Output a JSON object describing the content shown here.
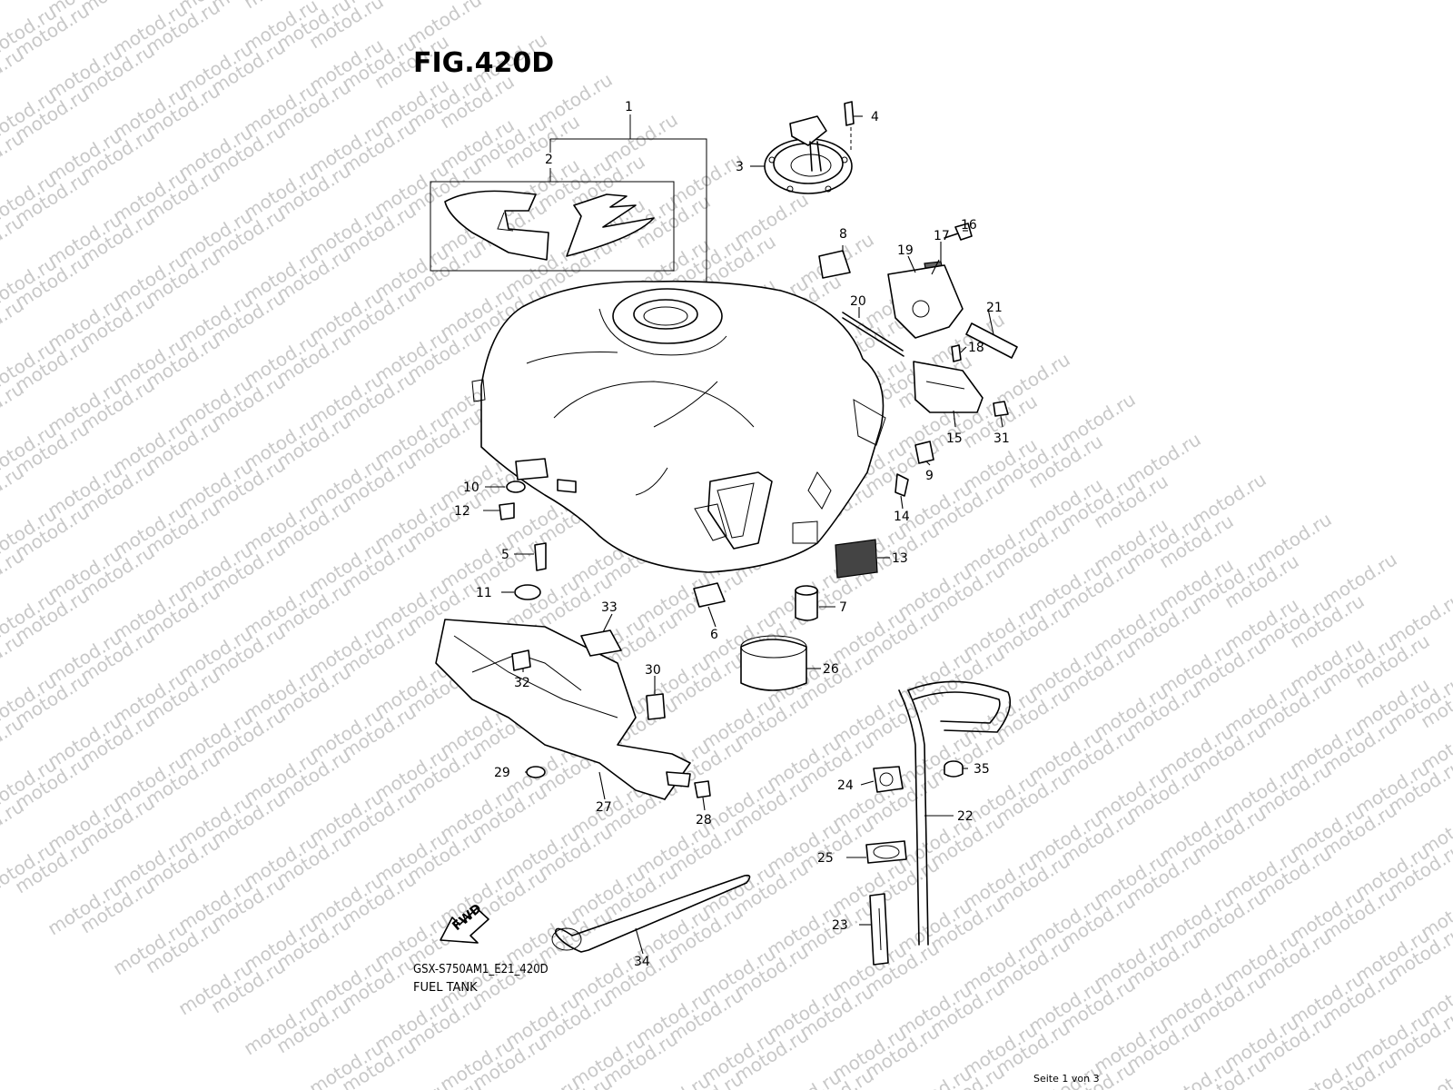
{
  "figure": {
    "title": "FIG.420D",
    "model_code": "GSX-S750AM1_E21_420D",
    "description": "FUEL TANK",
    "page_number": "Seite 1 von 3",
    "watermark": "motod.ru",
    "fwd_label": "FWD"
  },
  "callouts": [
    {
      "id": "1",
      "label": "1"
    },
    {
      "id": "2",
      "label": "2"
    },
    {
      "id": "3",
      "label": "3"
    },
    {
      "id": "4",
      "label": "4"
    },
    {
      "id": "5",
      "label": "5"
    },
    {
      "id": "6",
      "label": "6"
    },
    {
      "id": "7",
      "label": "7"
    },
    {
      "id": "8",
      "label": "8"
    },
    {
      "id": "9",
      "label": "9"
    },
    {
      "id": "10",
      "label": "10"
    },
    {
      "id": "11",
      "label": "11"
    },
    {
      "id": "12",
      "label": "12"
    },
    {
      "id": "13",
      "label": "13"
    },
    {
      "id": "14",
      "label": "14"
    },
    {
      "id": "15",
      "label": "15"
    },
    {
      "id": "16",
      "label": "16"
    },
    {
      "id": "17",
      "label": "17"
    },
    {
      "id": "18",
      "label": "18"
    },
    {
      "id": "19",
      "label": "19"
    },
    {
      "id": "20",
      "label": "20"
    },
    {
      "id": "21",
      "label": "21"
    },
    {
      "id": "22",
      "label": "22"
    },
    {
      "id": "23",
      "label": "23"
    },
    {
      "id": "24",
      "label": "24"
    },
    {
      "id": "25",
      "label": "25"
    },
    {
      "id": "26",
      "label": "26"
    },
    {
      "id": "27",
      "label": "27"
    },
    {
      "id": "28",
      "label": "28"
    },
    {
      "id": "29",
      "label": "29"
    },
    {
      "id": "30",
      "label": "30"
    },
    {
      "id": "31",
      "label": "31"
    },
    {
      "id": "32",
      "label": "32"
    },
    {
      "id": "33",
      "label": "33"
    },
    {
      "id": "34",
      "label": "34"
    },
    {
      "id": "35",
      "label": "35"
    }
  ]
}
